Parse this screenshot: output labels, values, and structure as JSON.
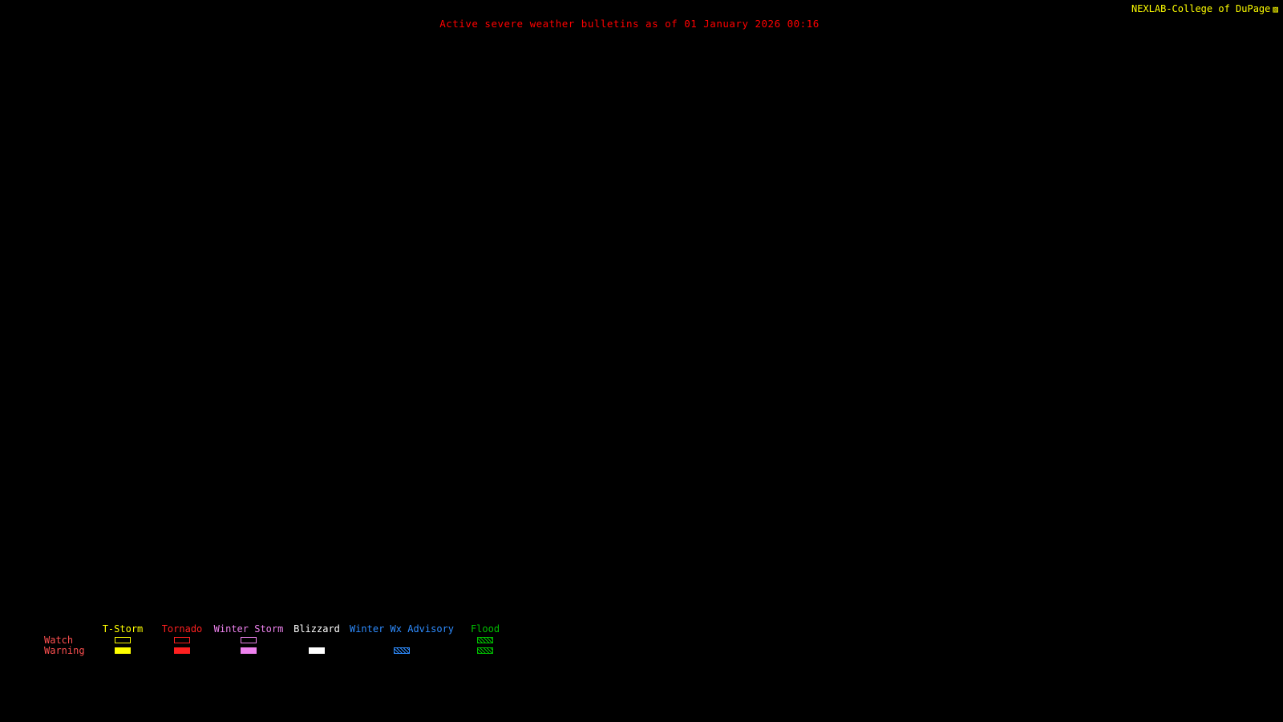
{
  "header": {
    "brand": "NEXLAB-College of DuPage",
    "title": "Active severe weather bulletins as of 01 January 2026 00:16"
  },
  "icons": {
    "brand_logo": "▨"
  },
  "colors": {
    "background": "#000000",
    "brand_text": "#ffff00",
    "title_text": "#ff0000",
    "legend_row_label": "#ff5050"
  },
  "legend": {
    "row_labels": [
      "Watch",
      "Warning"
    ],
    "categories": [
      {
        "label": "T-Storm",
        "color": "#ffff00",
        "watch": "outline",
        "warning": "filled"
      },
      {
        "label": "Tornado",
        "color": "#ff2020",
        "watch": "outline",
        "warning": "filled"
      },
      {
        "label": "Winter Storm",
        "color": "#ee82ee",
        "watch": "outline",
        "warning": "filled"
      },
      {
        "label": "Blizzard",
        "color": "#ffffff",
        "watch": "none",
        "warning": "filled"
      },
      {
        "label": "Winter Wx Advisory",
        "color": "#2e8cff",
        "watch": "none",
        "warning": "hatched"
      },
      {
        "label": "Flood",
        "color": "#00c000",
        "watch": "hatched",
        "warning": "hatched"
      }
    ]
  }
}
